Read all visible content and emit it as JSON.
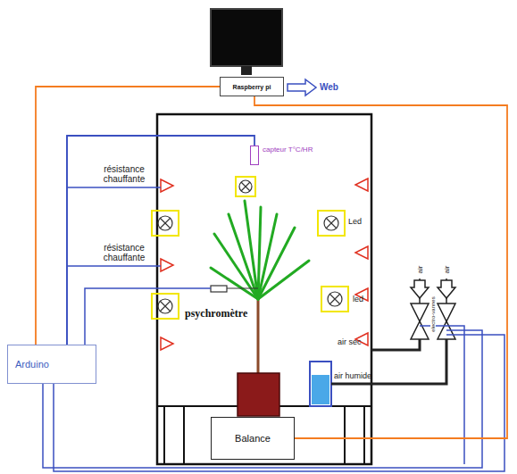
{
  "diagram": {
    "nodes": [
      {
        "text": [
          "Raspberry pi"
        ]
      },
      {
        "text": [
          "capteur T°C/HR"
        ]
      },
      {
        "text": [
          "Arduino"
        ]
      },
      {
        "text": [
          "Balance"
        ]
      }
    ],
    "edges": [
      {
        "from": 0,
        "to": 2,
        "arrow": "none"
      },
      {
        "from": 2,
        "to": 1,
        "arrow": "none"
      },
      {
        "from": 3,
        "to": 0,
        "arrow": "none"
      }
    ],
    "labels": [
      "Web",
      "résistance chauffante",
      "résistance chauffante",
      "Led",
      "led",
      "psychromètre",
      "air sec",
      "air humide",
      "air",
      "air",
      "electro-vannes"
    ]
  }
}
